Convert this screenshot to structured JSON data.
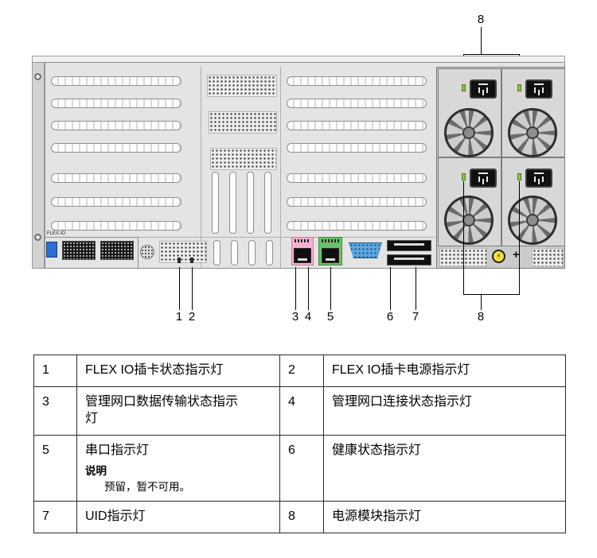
{
  "callouts": {
    "c8_top": "8",
    "c1": "1",
    "c2": "2",
    "c3": "3",
    "c4": "4",
    "c5": "5",
    "c6": "6",
    "c7": "7",
    "c8_bottom": "8"
  },
  "diagram": {
    "flex_io_label": "FLEX IO",
    "plus_label": "+",
    "icons": {
      "psu_warning": "⚡"
    }
  },
  "table": {
    "rows": [
      {
        "num_left": "1",
        "desc_left": "FLEX IO插卡状态指示灯",
        "num_right": "2",
        "desc_right": "FLEX IO插卡电源指示灯"
      },
      {
        "num_left": "3",
        "desc_left": "管理网口数据传输状态指示灯",
        "num_right": "4",
        "desc_right": "管理网口连接状态指示灯"
      },
      {
        "num_left": "5",
        "desc_left": "串口指示灯",
        "note_title": "说明",
        "note_body": "预留，暂不可用。",
        "num_right": "6",
        "desc_right": "健康状态指示灯"
      },
      {
        "num_left": "7",
        "desc_left": "UID指示灯",
        "num_right": "8",
        "desc_right": "电源模块指示灯"
      }
    ]
  }
}
